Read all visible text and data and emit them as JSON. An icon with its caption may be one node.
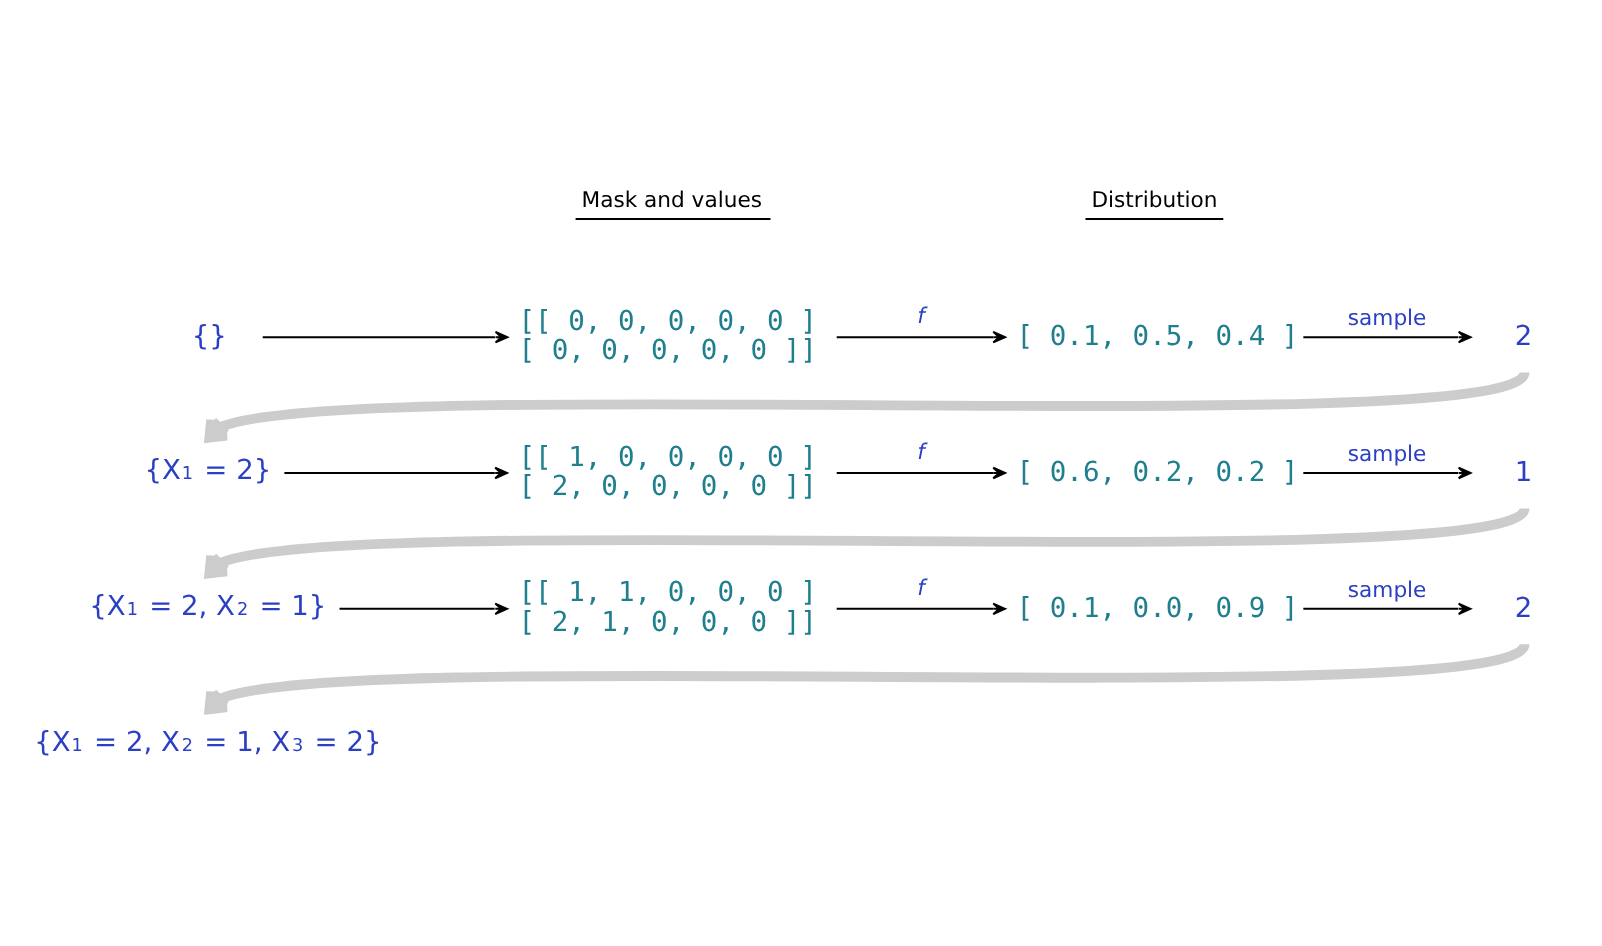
{
  "diagram": {
    "nodes": [
      {
        "text": [
          "{}"
        ]
      },
      {
        "text": [
          "[[ 0, 0, 0, 0, 0 ] [ 0, 0, 0, 0, 0 ]]"
        ]
      },
      {
        "text": [
          "[ 0.1, 0.5, 0.4 ]"
        ]
      },
      {
        "text": [
          "2"
        ]
      },
      {
        "text": [
          "{X$_{1}$ = 2}"
        ]
      },
      {
        "text": [
          "[[ 1, 0, 0, 0, 0 ] [ 2, 0, 0, 0, 0 ]]"
        ]
      },
      {
        "text": [
          "[ 0.6, 0.2, 0.2 ]"
        ]
      },
      {
        "text": [
          "1"
        ]
      },
      {
        "text": [
          "{X$_{1}$ = 2, X$_{2}$ = 1}"
        ]
      },
      {
        "text": [
          "[[ 1, 1, 0, 0, 0 ] [ 2, 1, 0, 0, 0 ]]"
        ]
      },
      {
        "text": [
          "[ 0.1, 0.0, 0.9 ]"
        ]
      },
      {
        "text": [
          "2"
        ]
      },
      {
        "text": [
          "{X$_{1}$ = 2, X$_{2}$ = 1, X$_{3}$ = 2}"
        ]
      }
    ],
    "edges": [
      {
        "from": 0,
        "to": 1,
        "arrow": "to"
      },
      {
        "from": 1,
        "to": 2,
        "arrow": "to",
        "label": "f"
      },
      {
        "from": 2,
        "to": 3,
        "arrow": "to",
        "label": "sample"
      },
      {
        "from": 3,
        "to": 4,
        "arrow": "to",
        "style": "thick",
        "color": "#cccccc"
      },
      {
        "from": 4,
        "to": 5,
        "arrow": "to"
      },
      {
        "from": 5,
        "to": 6,
        "arrow": "to",
        "label": "f"
      },
      {
        "from": 6,
        "to": 7,
        "arrow": "to",
        "label": "sample"
      },
      {
        "from": 7,
        "to": 8,
        "arrow": "to",
        "style": "thick",
        "color": "#cccccc"
      },
      {
        "from": 8,
        "to": 9,
        "arrow": "to"
      },
      {
        "from": 9,
        "to": 10,
        "arrow": "to",
        "label": "f"
      },
      {
        "from": 10,
        "to": 11,
        "arrow": "to",
        "label": "sample"
      },
      {
        "from": 11,
        "to": 12,
        "arrow": "to",
        "style": "thick",
        "color": "#cccccc"
      }
    ],
    "labels": [
      "Mask and values",
      "Distribution"
    ]
  }
}
